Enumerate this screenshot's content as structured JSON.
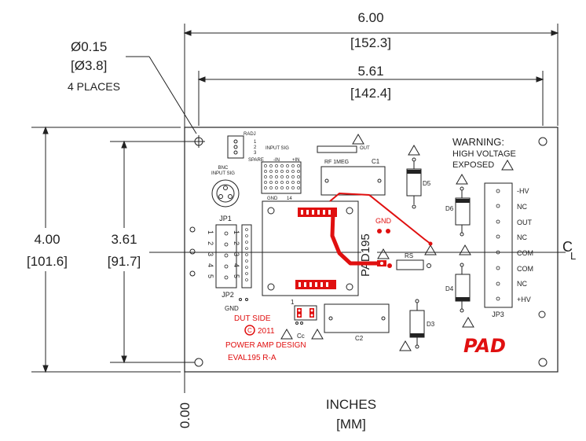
{
  "dimensions": {
    "width_in": "6.00",
    "width_mm": "[152.3]",
    "hole_span_in": "5.61",
    "hole_span_mm": "[142.4]",
    "height_in": "4.00",
    "height_mm": "[101.6]",
    "hole_height_in": "3.61",
    "hole_height_mm": "[91.7]",
    "hole_dia_in": "Ø0.15",
    "hole_dia_mm": "[Ø3.8]",
    "hole_count": "4 PLACES",
    "origin": "0.00",
    "units_line1": "INCHES",
    "units_line2": "[MM]",
    "centerline": "C",
    "centerline_sub": "L"
  },
  "board": {
    "warning_line1": "WARNING:",
    "warning_line2": "HIGH VOLTAGE",
    "warning_line3": "EXPOSED",
    "radj": "RADJ",
    "bnc_line1": "BNC",
    "bnc_line2": "INPUT SIG",
    "jp1": "JP1",
    "jp2": "JP2",
    "jp3": "JP3",
    "input_sig": "INPUT SIG",
    "spare": "SPARE",
    "in_label": "-IN",
    "plus_in": "+IN",
    "gnd_bottom": "GND",
    "gnd_14": "14",
    "out_small": "OUT",
    "rf": "RF 1MEG",
    "c1": "C1",
    "c2": "C2",
    "cc": "Cc",
    "rs": "RS",
    "d3": "D3",
    "d4": "D4",
    "d5": "D5",
    "d6": "D6",
    "gnd_red": "GND",
    "pad195": "PAD195",
    "gnd_left": "GND",
    "pin1": "1",
    "jp2_pins_left": [
      "1",
      "2",
      "3",
      "4",
      "5"
    ],
    "jp2_pins_right": [
      "1",
      "2",
      "3",
      "4",
      "5"
    ],
    "radj_pins": [
      "1",
      "2",
      "3"
    ],
    "jp3_pins": [
      "-HV",
      "NC",
      "OUT",
      "NC",
      "COM",
      "COM",
      "NC",
      "+HV"
    ],
    "dut_side": "DUT SIDE",
    "copyright": "2011",
    "company": "POWER AMP DESIGN",
    "eval": "EVAL195 R-A",
    "logo": "PAD"
  }
}
